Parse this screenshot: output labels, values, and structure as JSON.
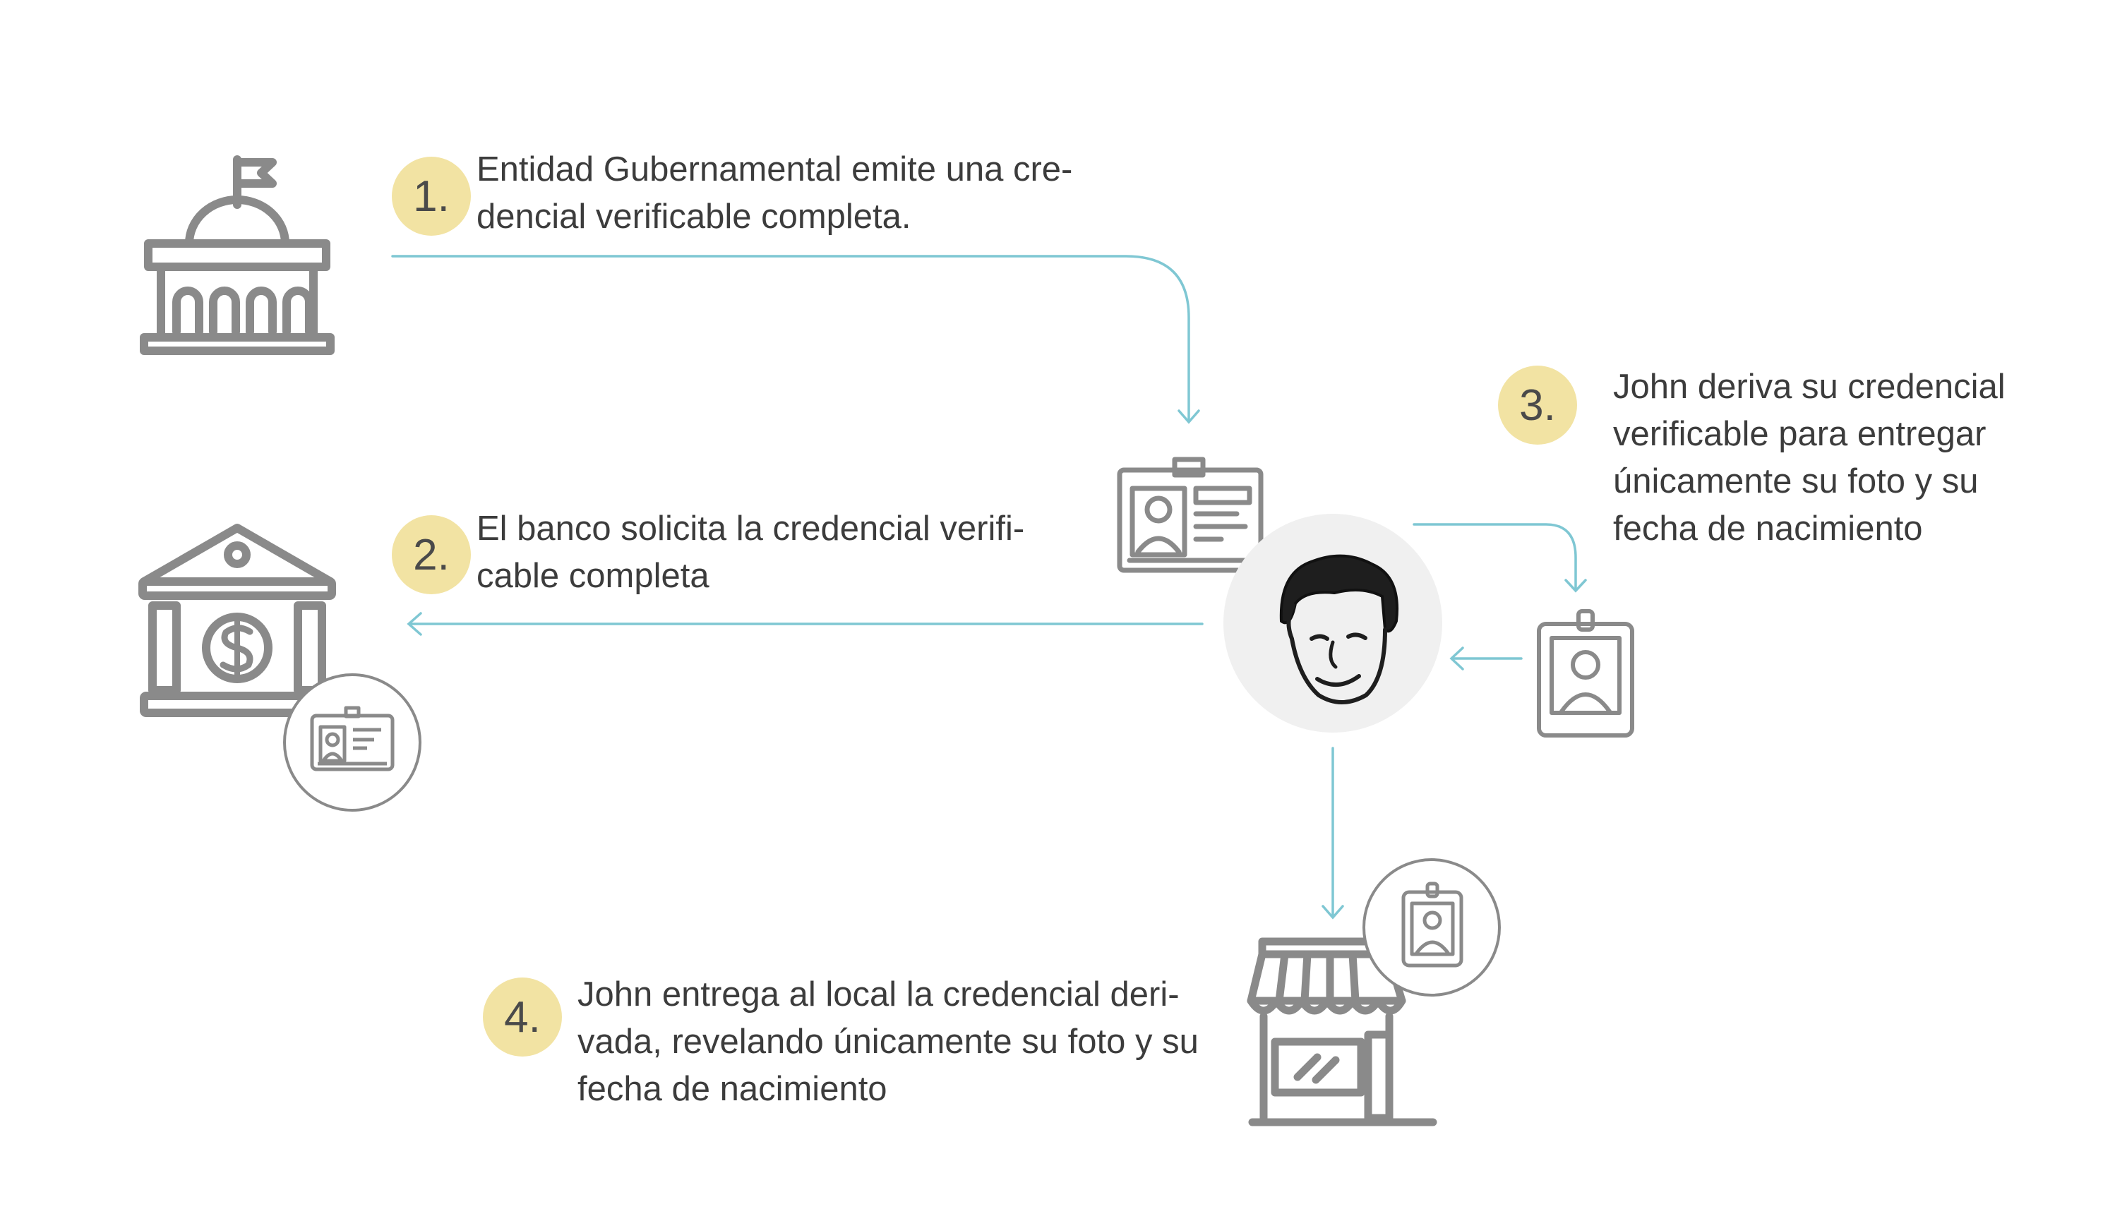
{
  "colors": {
    "arrow": "#7fc7d3",
    "icon_stroke": "#8a8a8a",
    "badge_fill": "#f2e3a3",
    "text": "#3c3c3c"
  },
  "steps": [
    {
      "number": "1.",
      "lines": [
        "Entidad Gubernamental emite una cre-",
        "dencial verificable completa."
      ]
    },
    {
      "number": "2.",
      "lines": [
        "El banco solicita la credencial verifi-",
        "cable completa"
      ]
    },
    {
      "number": "3.",
      "lines": [
        "John deriva su credencial",
        "verificable para entregar",
        "únicamente su foto y su",
        "fecha de nacimiento"
      ]
    },
    {
      "number": "4.",
      "lines": [
        "John entrega al local la credencial deri-",
        "vada, revelando únicamente su foto y su",
        "fecha de nacimiento"
      ]
    }
  ],
  "icons": {
    "government": "government-building-icon",
    "bank": "bank-dollar-icon",
    "store": "storefront-icon",
    "user": "john-avatar-icon",
    "full_credential": "full-id-card-icon",
    "derived_credential": "photo-badge-icon"
  }
}
